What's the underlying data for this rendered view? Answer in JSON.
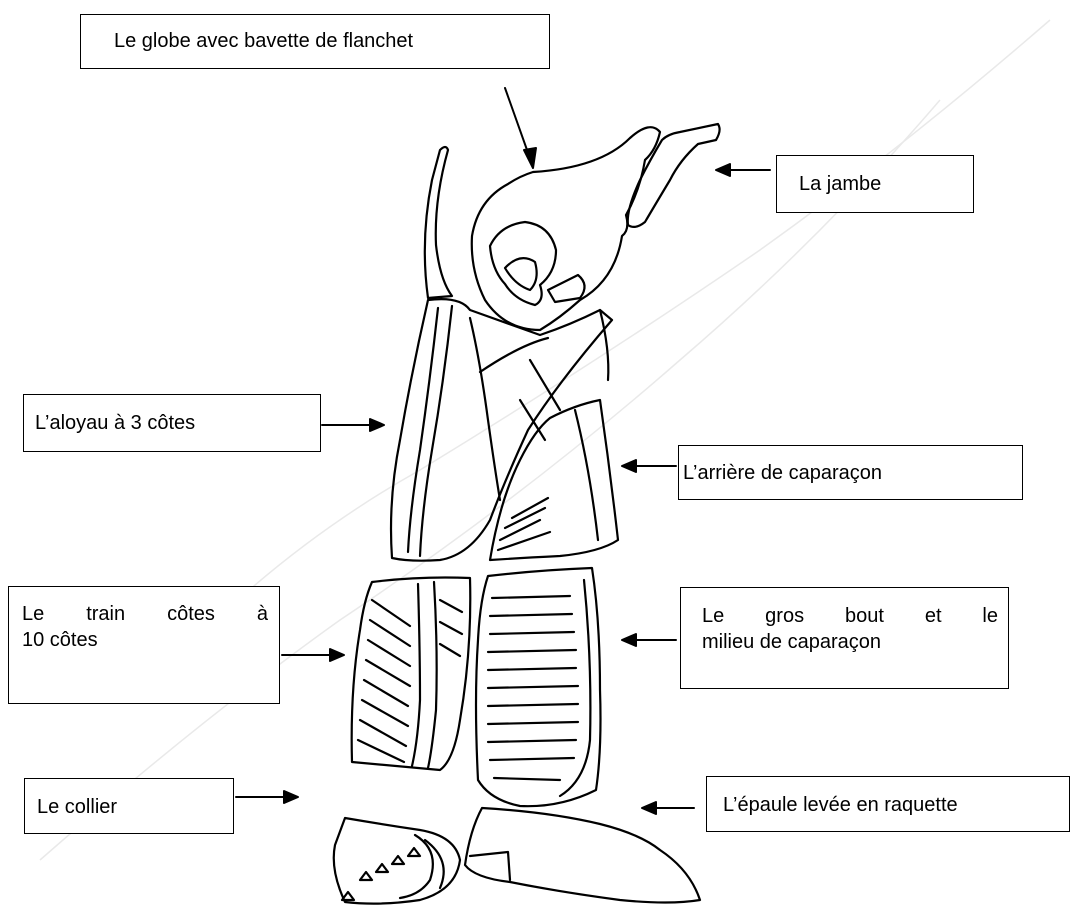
{
  "labels": {
    "globe": "Le globe avec bavette de flanchet",
    "jambe": "La jambe",
    "aloyau": "L’aloyau à 3 côtes",
    "arriere_caparacon": "L’arrière de caparaçon",
    "train_cotes_line1": "Le train côtes à",
    "train_cotes_line2": "10 côtes",
    "gros_bout_line1": "Le gros bout et le",
    "gros_bout_line2": "milieu de caparaçon",
    "collier": "Le collier",
    "epaule": "L’épaule levée en raquette"
  }
}
